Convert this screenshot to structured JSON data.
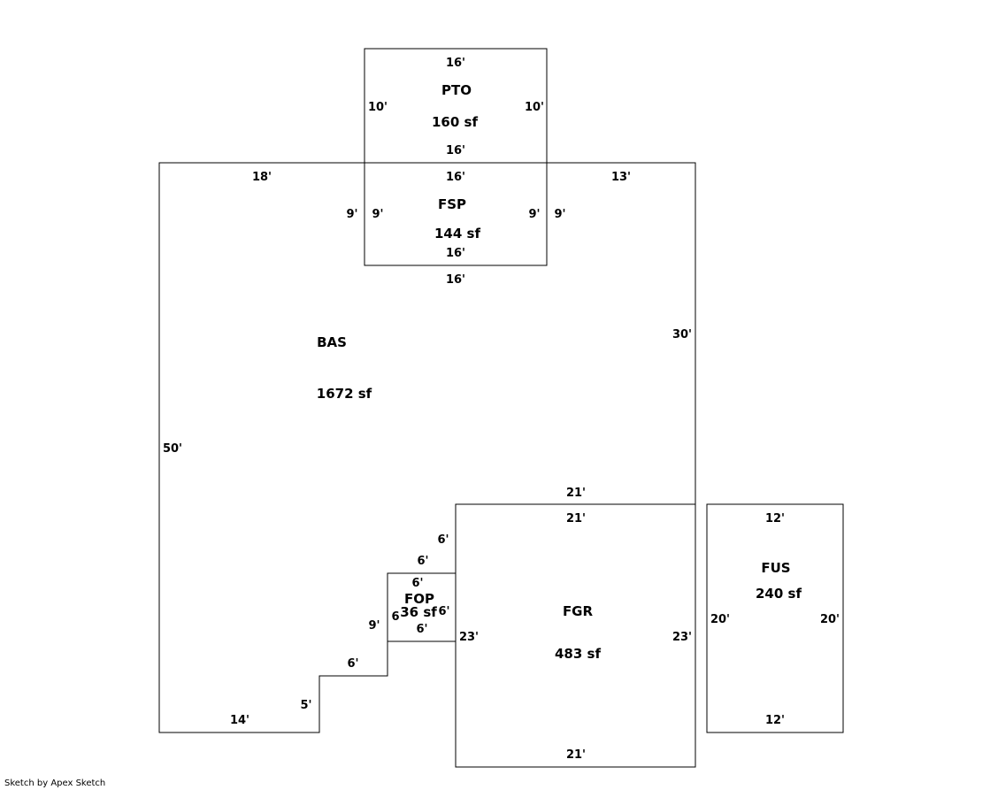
{
  "areas": {
    "pto": {
      "code": "PTO",
      "area": "160 sf",
      "top": "16'",
      "bottom": "16'",
      "left": "10'",
      "right": "10'"
    },
    "fsp": {
      "code": "FSP",
      "area": "144 sf",
      "top": "16'",
      "bottom": "16'",
      "left": "9'",
      "right": "9'"
    },
    "bas": {
      "code": "BAS",
      "area": "1672 sf"
    },
    "fop": {
      "code": "FOP",
      "area": "36 sf",
      "top": "6'",
      "bottom": "6'",
      "left": "6",
      "right": "6'"
    },
    "fgr": {
      "code": "FGR",
      "area": "483 sf",
      "top": "21'",
      "bottom": "21'",
      "left": "23'",
      "right": "23'"
    },
    "fus": {
      "code": "FUS",
      "area": "240 sf",
      "top": "12'",
      "bottom": "12'",
      "left": "20'",
      "right": "20'"
    }
  },
  "bas_dims": {
    "top_left": "18'",
    "top_right": "13'",
    "fsp_out_top": "16'",
    "fsp_out_left": "9'",
    "fsp_out_right": "9'",
    "fsp_out_bottom": "16'",
    "right": "30'",
    "left": "50'",
    "garage_top": "21'",
    "diag_upper": "6'",
    "fop_top_out": "6'",
    "fop_left_out": "9'",
    "step_top": "6'",
    "step_side": "5'",
    "bottom": "14'"
  },
  "credit": "Sketch by Apex Sketch"
}
